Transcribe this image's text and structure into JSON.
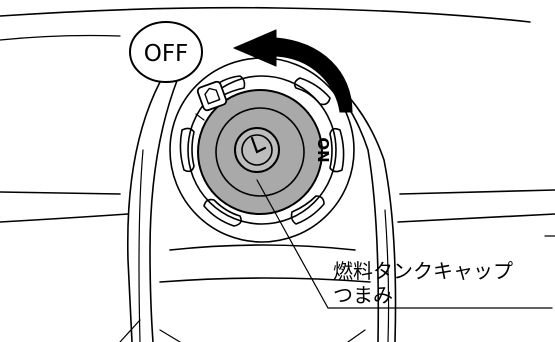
{
  "labels": {
    "off": "OFF",
    "on": "ON",
    "callout_line1": "燃料タンクキャップ",
    "callout_line2": "つまみ"
  },
  "colors": {
    "knob_fill": "#a9a9a9",
    "line": "#000000",
    "background": "#ffffff"
  },
  "icons": {
    "turn_direction": "counterclockwise-arrow-icon",
    "fuel_tank": "fuel-pump-icon",
    "lock": "key-slot-icon"
  }
}
